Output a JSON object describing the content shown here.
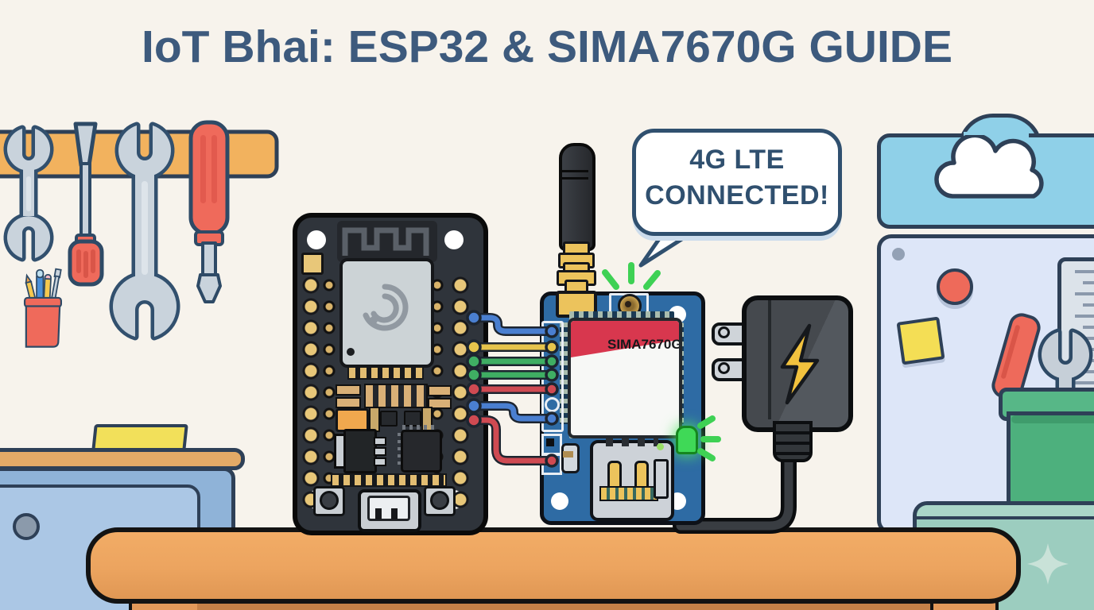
{
  "title": "IoT Bhai: ESP32 & SIMA7670G GUIDE",
  "speech_bubble": {
    "line1": "4G LTE",
    "line2": "CONNECTED!"
  },
  "sim_module": {
    "chip_label": "SIMA7670G"
  },
  "wires": {
    "order_top_to_bottom": [
      "blue",
      "yellow",
      "green",
      "green",
      "red",
      "blue",
      "red"
    ]
  },
  "colors": {
    "background": "#f7f3ec",
    "title_text": "#3d5a7d",
    "bubble_border": "#30506f",
    "esp32_board": "#2f343b",
    "module_pcb_blue": "#2e6ba4",
    "chip_stripe_red": "#d8374e",
    "led_green": "#3fd957",
    "wire_blue": "#4a7fd0",
    "wire_yellow": "#e6c44c",
    "wire_green": "#3fae63",
    "wire_red": "#cf4a52",
    "table_wood": "#eca45f",
    "tool_rail": "#f2b25e",
    "accent_red": "#ee6a5a",
    "bin_green": "#4db07d",
    "cloud_sign_blue": "#8fd0e8",
    "pegboard_lavender": "#dde6f8",
    "cabinet_blue": "#8fb3d8",
    "cabinet_teal": "#9ccdbf"
  },
  "scene_objects": [
    "tool-rail",
    "small-wrench",
    "hanging-screwdriver",
    "large-wrench",
    "red-screwdriver",
    "pencil-cup",
    "blue-cabinet",
    "esp32-board",
    "jumper-wires",
    "sim-a7670g-module",
    "antenna",
    "speech-bubble",
    "power-adapter",
    "cloud-sign",
    "pegboard",
    "magnet",
    "sticky-note",
    "ruler",
    "tool-bin",
    "teal-cabinet",
    "workbench"
  ]
}
